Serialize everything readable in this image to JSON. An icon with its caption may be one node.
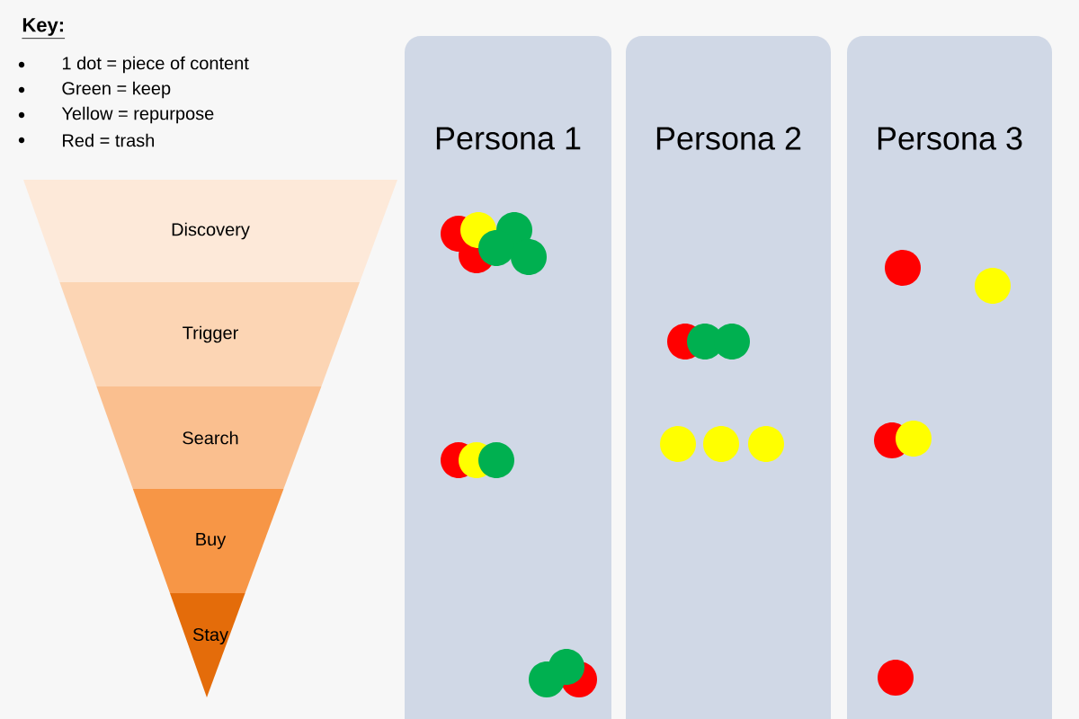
{
  "diagram": {
    "nodes": [
      {
        "text": [
          "Discovery"
        ]
      },
      {
        "text": [
          "Trigger"
        ]
      },
      {
        "text": [
          "Search"
        ]
      },
      {
        "text": [
          "Buy"
        ]
      },
      {
        "text": [
          "Stay"
        ]
      },
      {
        "text": [
          "Persona 1"
        ]
      },
      {
        "text": [
          "Persona 2"
        ]
      },
      {
        "text": [
          "Persona 3"
        ]
      },
      {
        "text": [],
        "shape": "circle",
        "in": 5
      },
      {
        "text": [],
        "shape": "circle",
        "in": 5
      },
      {
        "text": [],
        "shape": "circle",
        "in": 5
      },
      {
        "text": [],
        "shape": "circle",
        "in": 5
      },
      {
        "text": [],
        "shape": "circle",
        "in": 5
      },
      {
        "text": [],
        "shape": "circle",
        "in": 5
      },
      {
        "text": [],
        "shape": "circle",
        "in": 5
      },
      {
        "text": [],
        "shape": "circle",
        "in": 5
      },
      {
        "text": [],
        "shape": "circle",
        "in": 5
      },
      {
        "text": [],
        "shape": "circle",
        "in": 5
      },
      {
        "text": [],
        "shape": "circle",
        "in": 5
      },
      {
        "text": [],
        "shape": "circle",
        "in": 5
      },
      {
        "text": [],
        "shape": "circle",
        "in": 6
      },
      {
        "text": [],
        "shape": "circle",
        "in": 6
      },
      {
        "text": [],
        "shape": "circle",
        "in": 6
      },
      {
        "text": [],
        "shape": "circle",
        "in": 6
      },
      {
        "text": [],
        "shape": "circle",
        "in": 6
      },
      {
        "text": [],
        "shape": "circle",
        "in": 6
      },
      {
        "text": [],
        "shape": "circle",
        "in": 7
      },
      {
        "text": [],
        "shape": "circle",
        "in": 7
      },
      {
        "text": [],
        "shape": "circle",
        "in": 7
      },
      {
        "text": [],
        "shape": "circle",
        "in": 7
      },
      {
        "text": [],
        "shape": "circle",
        "in": 7
      }
    ],
    "edges": [],
    "labels": [
      "Key:"
    ],
    "legend": [
      {
        "text": "1 dot = piece of content"
      },
      {
        "text": "Green = keep",
        "color": "#00b050"
      },
      {
        "text": "Yellow = repurpose",
        "color": "#ffff00"
      },
      {
        "text": "Red = trash",
        "color": "#ff0000"
      }
    ]
  }
}
